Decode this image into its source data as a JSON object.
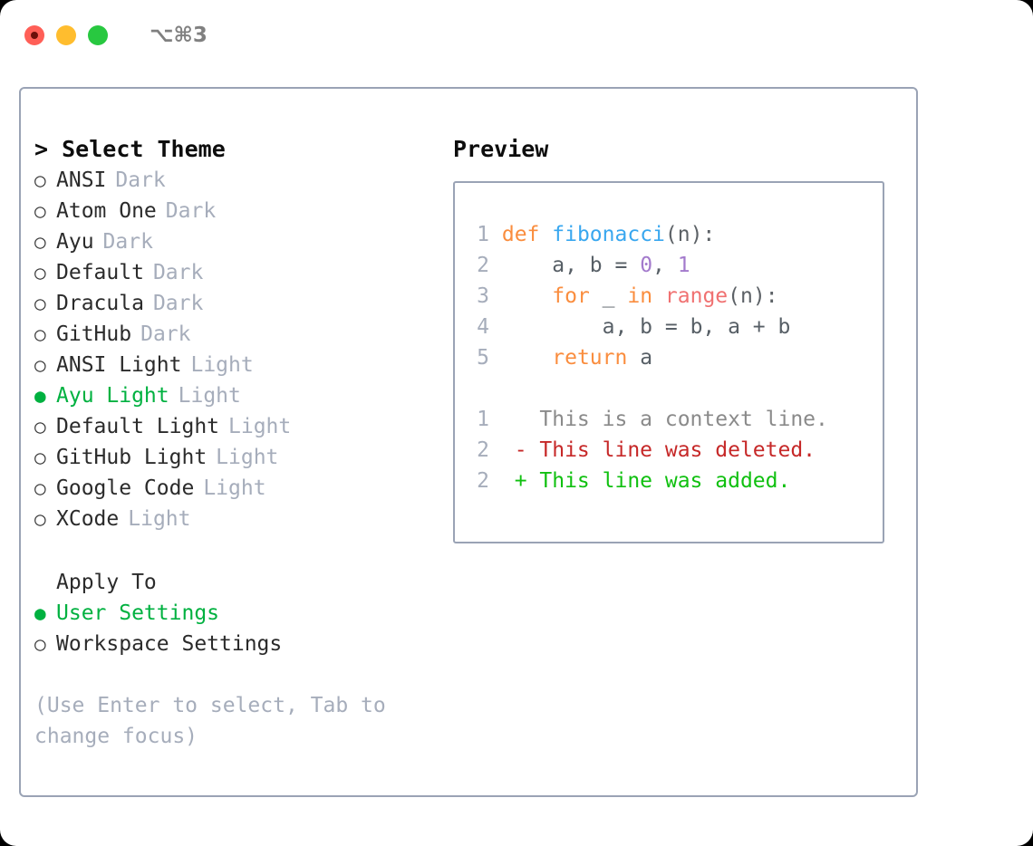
{
  "window": {
    "shortcut": "⌥⌘3",
    "traffic_lights": [
      {
        "name": "close",
        "color": "#ff5f57"
      },
      {
        "name": "minimize",
        "color": "#ffbd2e"
      },
      {
        "name": "zoom",
        "color": "#28c840"
      }
    ]
  },
  "theme_picker": {
    "caret": ">",
    "title": "Select Theme",
    "bullet_unselected": "○",
    "bullet_selected": "●",
    "items": [
      {
        "name": "ANSI",
        "tag": "Dark",
        "selected": false
      },
      {
        "name": "Atom One",
        "tag": "Dark",
        "selected": false
      },
      {
        "name": "Ayu",
        "tag": "Dark",
        "selected": false
      },
      {
        "name": "Default",
        "tag": "Dark",
        "selected": false
      },
      {
        "name": "Dracula",
        "tag": "Dark",
        "selected": false
      },
      {
        "name": "GitHub",
        "tag": "Dark",
        "selected": false
      },
      {
        "name": "ANSI Light",
        "tag": "Light",
        "selected": false
      },
      {
        "name": "Ayu Light",
        "tag": "Light",
        "selected": true
      },
      {
        "name": "Default Light",
        "tag": "Light",
        "selected": false
      },
      {
        "name": "GitHub Light",
        "tag": "Light",
        "selected": false
      },
      {
        "name": "Google Code",
        "tag": "Light",
        "selected": false
      },
      {
        "name": "XCode",
        "tag": "Light",
        "selected": false
      }
    ]
  },
  "apply_to": {
    "title": "Apply To",
    "items": [
      {
        "name": "User Settings",
        "selected": true
      },
      {
        "name": "Workspace Settings",
        "selected": false
      }
    ]
  },
  "hint": "(Use Enter to select, Tab to change focus)",
  "preview": {
    "title": "Preview",
    "code_lines": [
      {
        "num": "1",
        "tokens": [
          {
            "t": "def",
            "c": "kw"
          },
          {
            "t": " ",
            "c": "plain"
          },
          {
            "t": "fibonacci",
            "c": "fn"
          },
          {
            "t": "(n):",
            "c": "punct"
          }
        ]
      },
      {
        "num": "2",
        "tokens": [
          {
            "t": "    a, b = ",
            "c": "plain"
          },
          {
            "t": "0",
            "c": "num"
          },
          {
            "t": ", ",
            "c": "plain"
          },
          {
            "t": "1",
            "c": "num"
          }
        ]
      },
      {
        "num": "3",
        "tokens": [
          {
            "t": "    ",
            "c": "plain"
          },
          {
            "t": "for",
            "c": "kw"
          },
          {
            "t": " _ ",
            "c": "plain"
          },
          {
            "t": "in",
            "c": "kw"
          },
          {
            "t": " ",
            "c": "plain"
          },
          {
            "t": "range",
            "c": "bi"
          },
          {
            "t": "(n):",
            "c": "punct"
          }
        ]
      },
      {
        "num": "4",
        "tokens": [
          {
            "t": "        a, b = b, a + b",
            "c": "plain"
          }
        ]
      },
      {
        "num": "5",
        "tokens": [
          {
            "t": "    ",
            "c": "plain"
          },
          {
            "t": "return",
            "c": "kw"
          },
          {
            "t": " a",
            "c": "plain"
          }
        ]
      }
    ],
    "diff_lines": [
      {
        "num": "1",
        "marker": " ",
        "text": "This is a context line.",
        "kind": "context"
      },
      {
        "num": "2",
        "marker": "-",
        "text": "This line was deleted.",
        "kind": "deleted"
      },
      {
        "num": "2",
        "marker": "+",
        "text": "This line was added.",
        "kind": "added"
      }
    ]
  },
  "colors": {
    "accent_green": "#00b140",
    "border": "#9aa3b5",
    "muted": "#a6adbb",
    "keyword": "#fa8d3e",
    "function": "#39a7ef",
    "number": "#a37acc",
    "builtin": "#f07171",
    "diff_added": "#10c010",
    "diff_deleted": "#c62828"
  }
}
